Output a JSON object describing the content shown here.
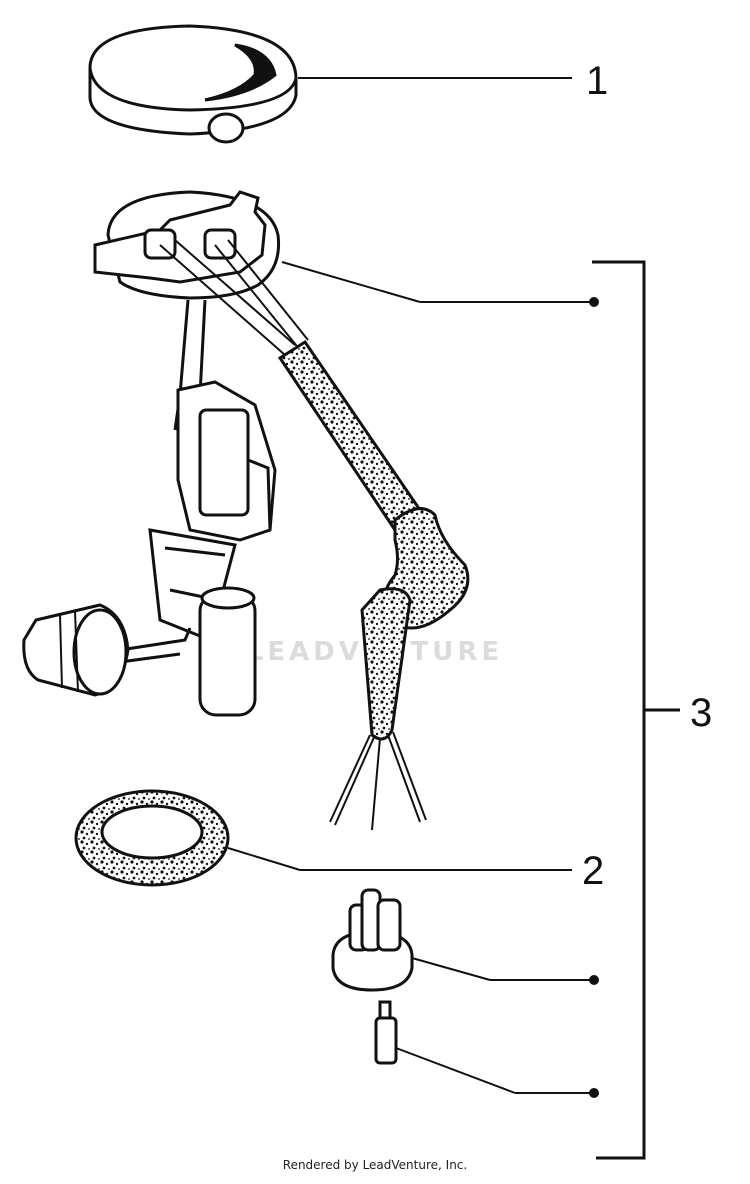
{
  "callouts": {
    "item_1": "1",
    "item_2": "2",
    "item_3": "3"
  },
  "watermark": {
    "text": "LEADVENTURE",
    "color": "#d8d8d8"
  },
  "footer": {
    "credit": "Rendered by LeadVenture, Inc."
  },
  "colors": {
    "line": "#111111",
    "background": "#ffffff"
  }
}
